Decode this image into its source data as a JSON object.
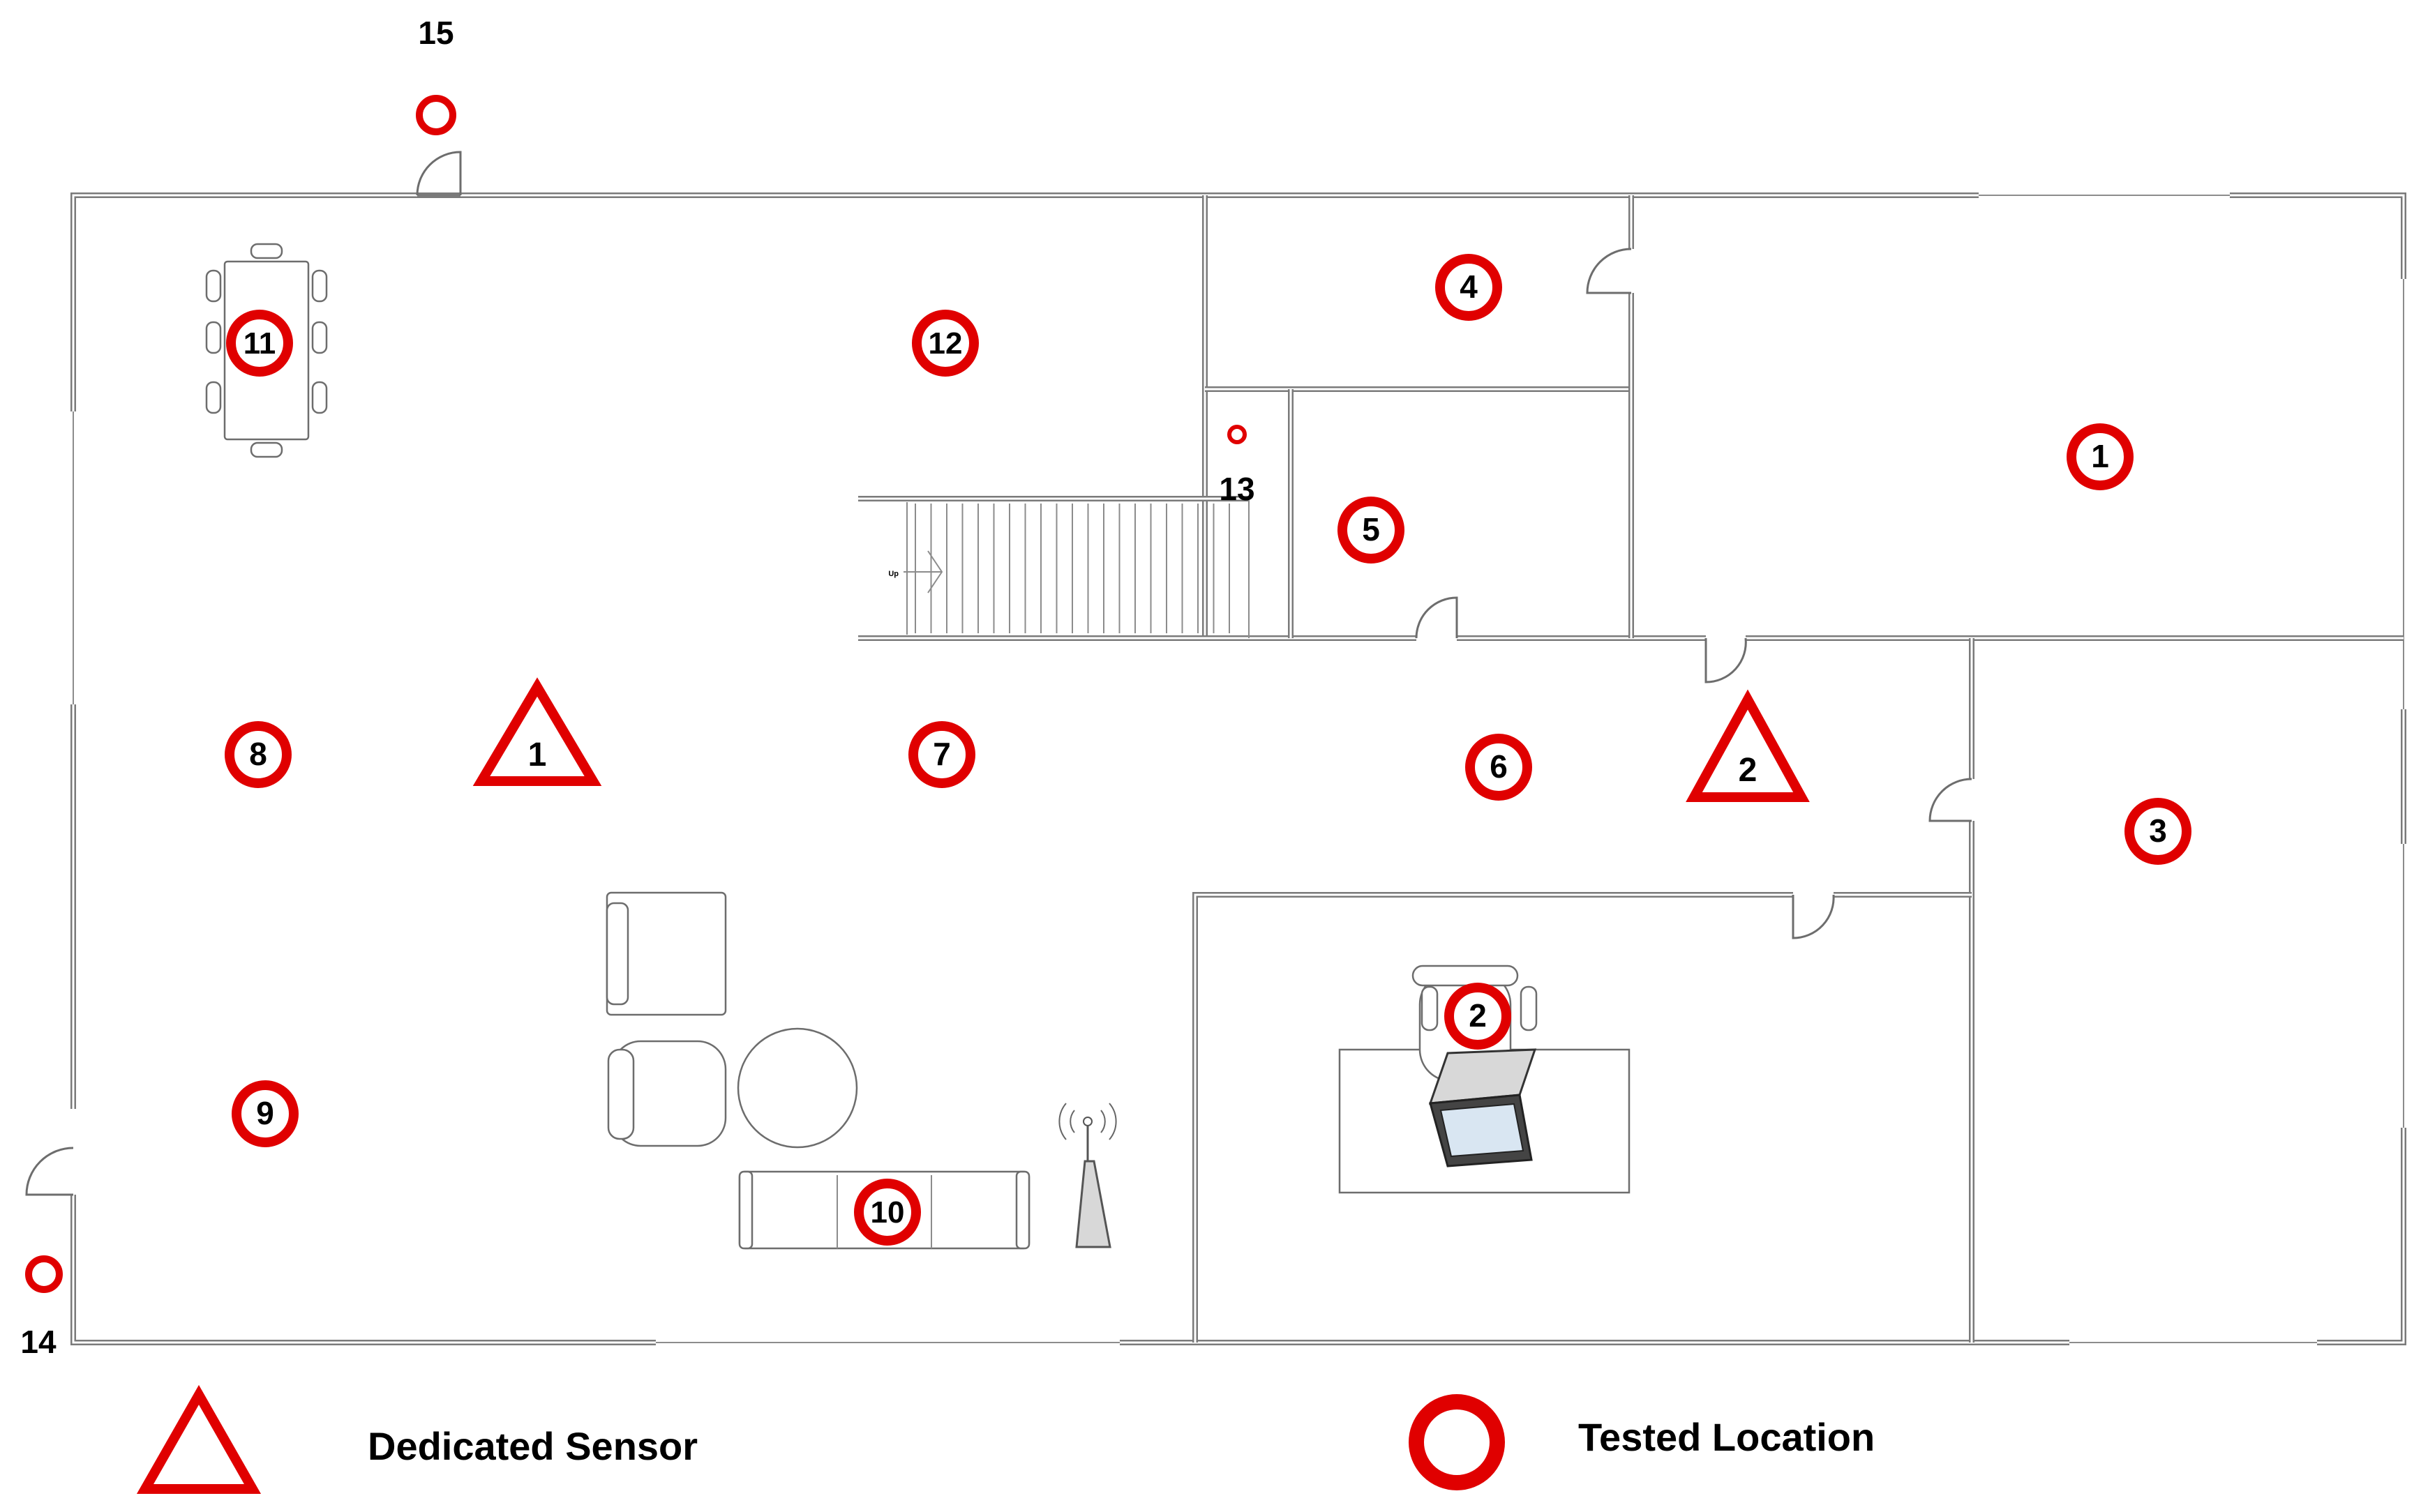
{
  "tested_locations": [
    {
      "label": "1",
      "size": "large"
    },
    {
      "label": "2",
      "size": "large"
    },
    {
      "label": "3",
      "size": "large"
    },
    {
      "label": "4",
      "size": "large"
    },
    {
      "label": "5",
      "size": "large"
    },
    {
      "label": "6",
      "size": "large"
    },
    {
      "label": "7",
      "size": "large"
    },
    {
      "label": "8",
      "size": "large"
    },
    {
      "label": "9",
      "size": "large"
    },
    {
      "label": "10",
      "size": "large"
    },
    {
      "label": "11",
      "size": "large"
    },
    {
      "label": "12",
      "size": "large"
    },
    {
      "label": "13",
      "size": "small"
    },
    {
      "label": "14",
      "size": "small"
    },
    {
      "label": "15",
      "size": "small"
    }
  ],
  "dedicated_sensors": [
    {
      "label": "1"
    },
    {
      "label": "2"
    }
  ],
  "legend": {
    "sensor_label": "Dedicated Sensor",
    "location_label": "Tested Location"
  },
  "stair_text": "Up",
  "colors": {
    "marker": "#e00000",
    "wall": "#7a7a7a"
  }
}
